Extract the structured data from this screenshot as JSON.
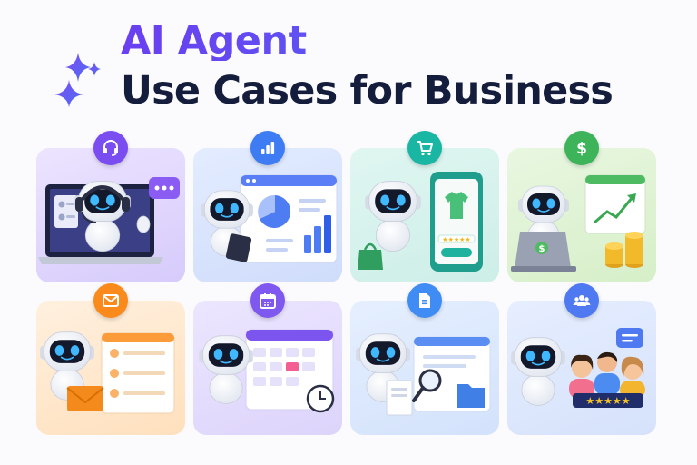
{
  "title": {
    "line1": "AI Agent",
    "line2": "Use Cases for Business"
  },
  "colors": {
    "title_accent": "#5b4cf0",
    "title_dark": "#141d3b",
    "robot_eye": "#3fb8ff"
  },
  "cards": [
    {
      "id": "customer-support",
      "badge_icon": "headset-icon",
      "badge_color": "#7a4df0"
    },
    {
      "id": "analytics",
      "badge_icon": "bar-chart-icon",
      "badge_color": "#3e7cf4"
    },
    {
      "id": "ecommerce",
      "badge_icon": "shopping-cart-icon",
      "badge_color": "#18b6a3"
    },
    {
      "id": "finance",
      "badge_icon": "dollar-icon",
      "badge_color": "#3db35a"
    },
    {
      "id": "email",
      "badge_icon": "envelope-icon",
      "badge_color": "#fb8a1d"
    },
    {
      "id": "scheduling",
      "badge_icon": "calendar-icon",
      "badge_color": "#7f58ef"
    },
    {
      "id": "documents",
      "badge_icon": "document-icon",
      "badge_color": "#3f8cf5"
    },
    {
      "id": "hr-team",
      "badge_icon": "team-icon",
      "badge_color": "#4e79f0"
    }
  ]
}
